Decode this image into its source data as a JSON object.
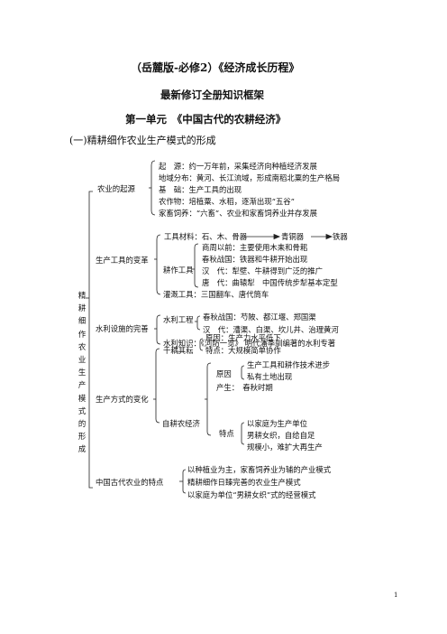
{
  "header": {
    "title": "（岳麓版-必修2）《经济成长历程》",
    "subtitle": "最新修订全册知识框架",
    "unit": "第一单元　《中国古代的农耕经济》"
  },
  "section_title": "(一)精耕细作农业生产模式的形成",
  "root_label": "精耕细作农业生产模式的形成",
  "origin": {
    "label": "农业的起源",
    "items": [
      "起　源：约一万年前，采集经济向种植经济发展",
      "地域分布：黄河、长江流域，形成南稻北粟的生产格局",
      "基　础：生产工具的出现",
      "农作物：培植粟、水稻，逐渐出现“五谷”",
      "家畜饲养：“六畜”、农业和家畜饲养业并存发展"
    ]
  },
  "tools": {
    "label": "生产工具的变革",
    "materials_prefix": "工具材料：石、木、骨器",
    "materials_mid": "青铜器",
    "materials_end": "铁器",
    "farm_tools_label": "耕作工具",
    "farm_tools": [
      "商周以前：主要使用木耒和骨耜",
      "春秋战国：铁器和牛耕开始出现",
      "汉　代：犁壁、牛耕得到广泛的推广",
      "唐　代：曲辕犁　中国传统步犁基本定型"
    ],
    "irrigation": "灌溉工具：三国翻车、唐代筒车"
  },
  "water": {
    "label": "水利设施的完善",
    "projects_label": "水利工程",
    "projects": [
      "春秋战国：芍陂、都江堰、郑国渠",
      "汉　代：漕渠、白渠、坎儿井、治理黄河"
    ],
    "knowledge": "水利知识：《河防一览》 明代潘季驯编著的水利专著"
  },
  "production": {
    "label": "生产方式的变化",
    "collective_label": "千耦其耘",
    "collective": [
      "原因：生产力水平低下",
      "特点：大规模简单协作"
    ],
    "smallholder_label": "自耕农经济",
    "reason_label": "原因",
    "reasons": [
      "生产工具和耕作技术进步",
      "私有土地出现"
    ],
    "emerged": "产生：　春秋时期",
    "feature_label": "特点",
    "features": [
      "以家庭为生产单位",
      "男耕女织，自给自足",
      "规模小，难扩大再生产"
    ]
  },
  "features_summary": {
    "label": "中国古代农业的特点",
    "items": [
      "以种植业为主，家畜饲养业为辅的产业模式",
      "精耕细作日臻完善的农业生产模式",
      "以家庭为单位“男耕女织”式的经营模式"
    ]
  },
  "page_number": "1"
}
